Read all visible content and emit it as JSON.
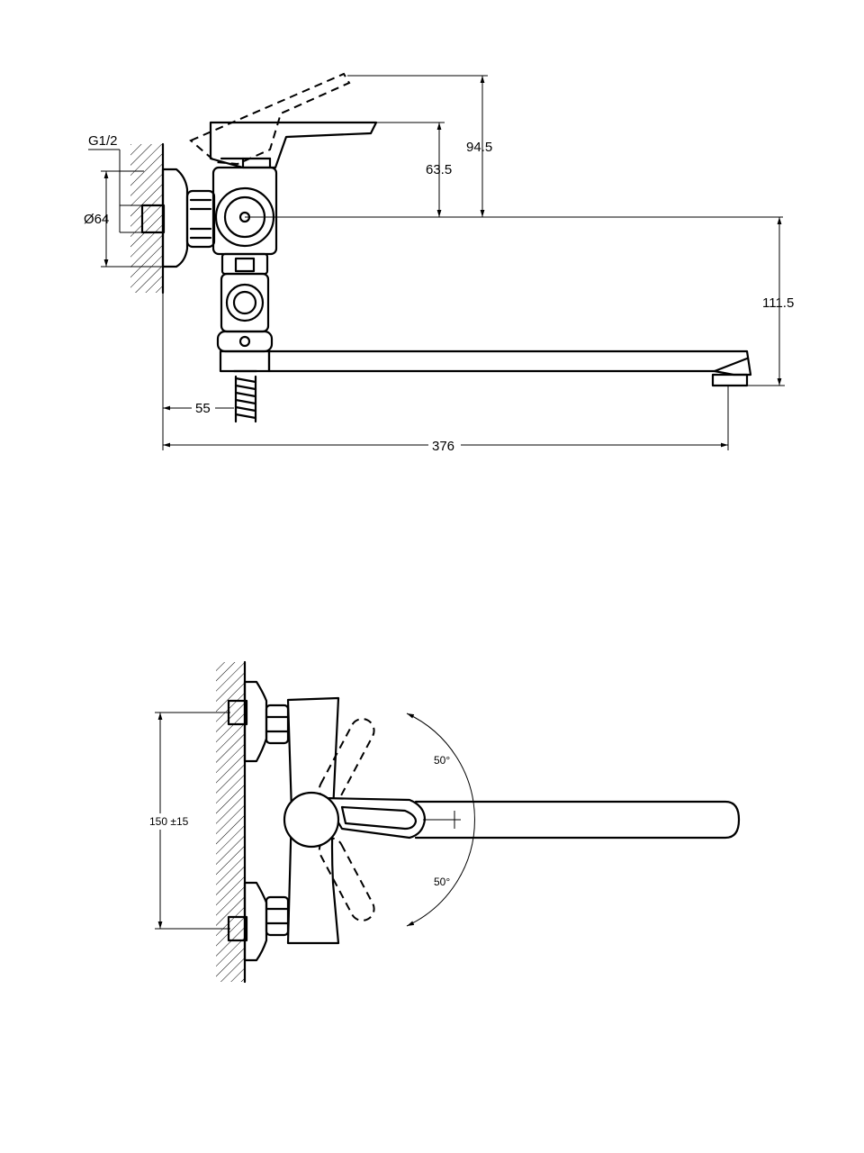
{
  "top_view": {
    "thread_label": "G1/2",
    "diameter_label": "Ø64",
    "dim_handle_height": "63.5",
    "dim_handle_raised": "94.5",
    "dim_spout_height": "111.5",
    "dim_wall_offset": "55",
    "dim_spout_length": "376"
  },
  "front_view": {
    "dim_centers": "150 ±15",
    "angle_up": "50°",
    "angle_down": "50°"
  }
}
